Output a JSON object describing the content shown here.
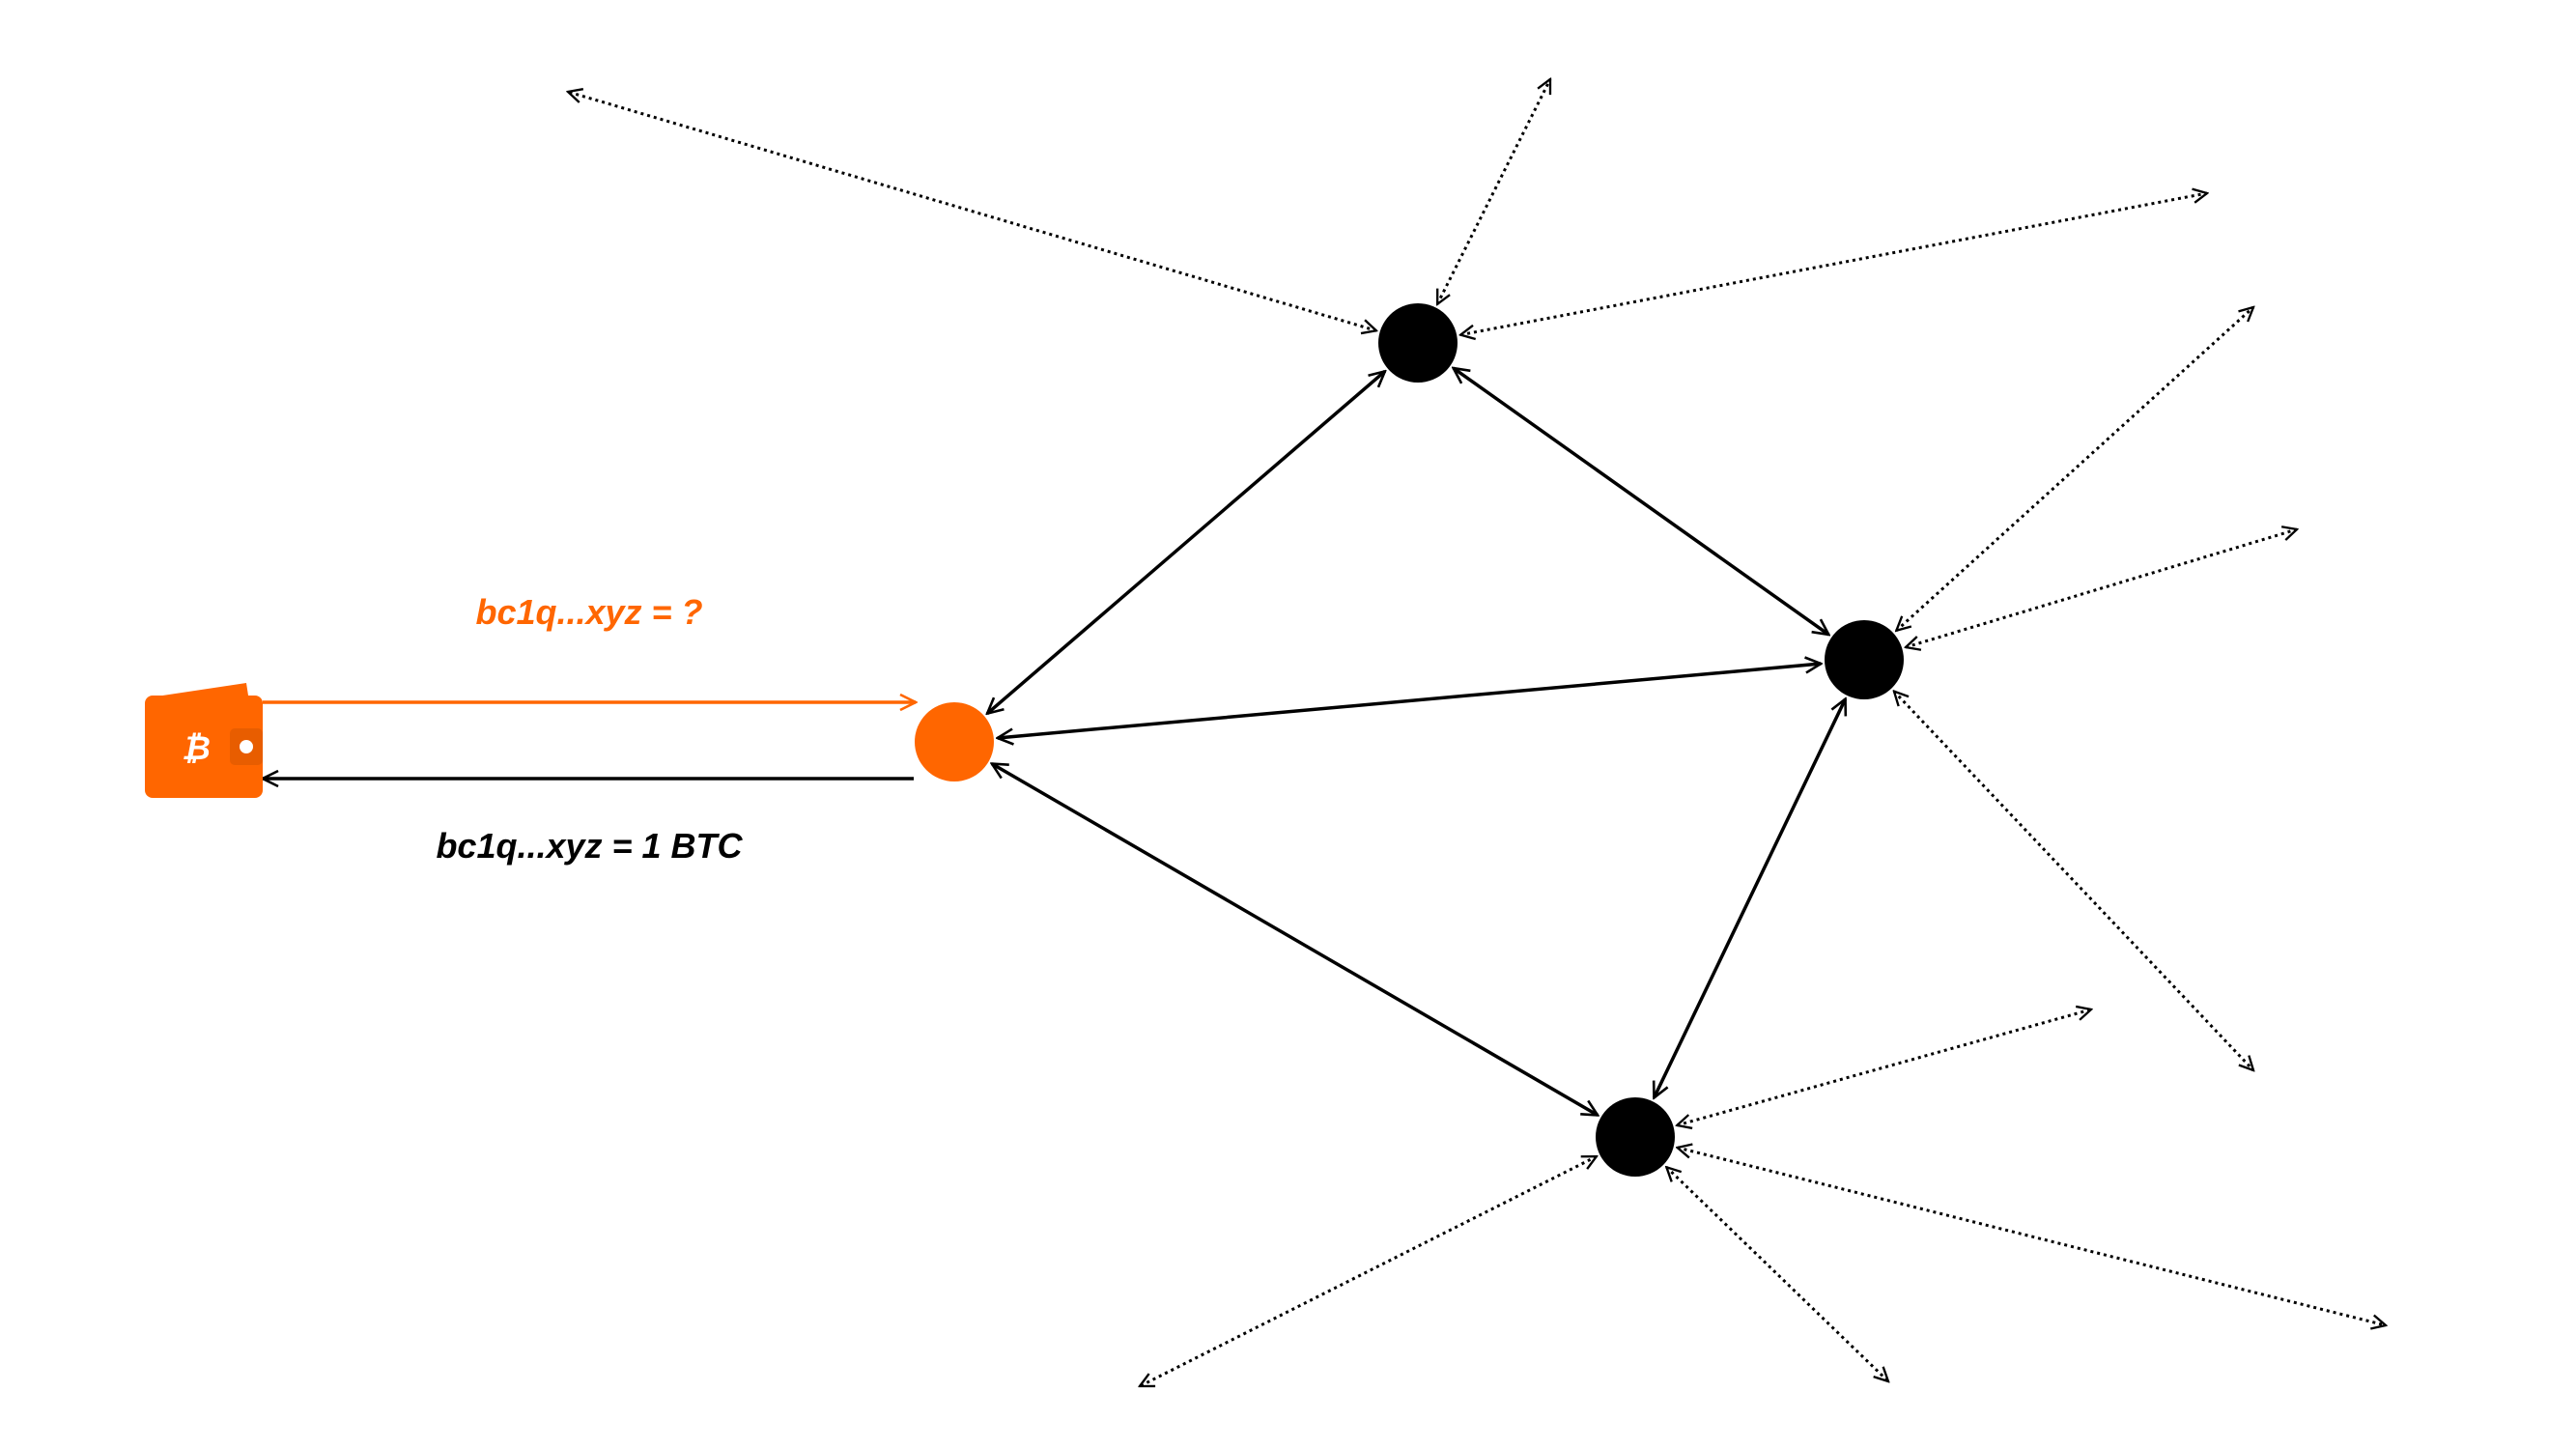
{
  "colors": {
    "accent": "#ff6600",
    "node": "#000000",
    "peer_link": "#000000",
    "background": "#ffffff"
  },
  "labels": {
    "query": "bc1q...xyz = ?",
    "response": "bc1q...xyz = 1 BTC"
  },
  "wallet": {
    "icon": "bitcoin-wallet-icon",
    "glyph": "₿"
  },
  "nodes": [
    {
      "id": "connected-node",
      "role": "accent"
    },
    {
      "id": "node-top"
    },
    {
      "id": "node-right"
    },
    {
      "id": "node-bottom"
    }
  ],
  "links": [
    {
      "from": "connected-node",
      "to": "node-top",
      "style": "solid"
    },
    {
      "from": "connected-node",
      "to": "node-right",
      "style": "solid"
    },
    {
      "from": "connected-node",
      "to": "node-bottom",
      "style": "solid"
    },
    {
      "from": "node-top",
      "to": "node-right",
      "style": "solid"
    },
    {
      "from": "node-right",
      "to": "node-bottom",
      "style": "solid"
    }
  ],
  "external_peer_links": [
    {
      "node": "node-top",
      "count": 3
    },
    {
      "node": "node-right",
      "count": 3
    },
    {
      "node": "node-bottom",
      "count": 4
    }
  ]
}
